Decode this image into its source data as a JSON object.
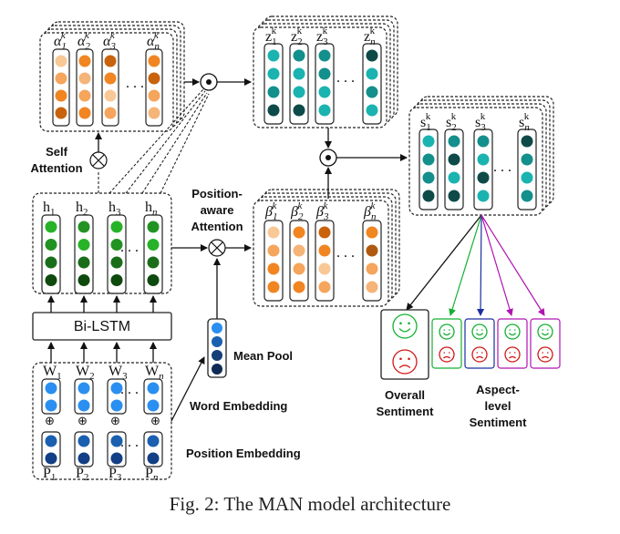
{
  "caption": "Fig. 2: The MAN model architecture",
  "labels": {
    "self_attention_1": "Self",
    "self_attention_2": "Attention",
    "pos_attention_1": "Position-",
    "pos_attention_2": "aware",
    "pos_attention_3": "Attention",
    "bilstm": "Bi-LSTM",
    "mean_pool": "Mean Pool",
    "word_embedding": "Word Embedding",
    "position_embedding": "Position Embedding",
    "overall_1": "Overall",
    "overall_2": "Sentiment",
    "aspect_1": "Aspect-",
    "aspect_2": "level",
    "aspect_3": "Sentiment",
    "ellipsis": ". . ."
  },
  "symbols": {
    "alpha": "α",
    "z": "z",
    "s": "s",
    "beta": "β",
    "h": "h",
    "w": "W",
    "p": "P",
    "sup_k": "k",
    "sub1": "1",
    "sub2": "2",
    "sub3": "3",
    "subn": "n",
    "plus": "⊕",
    "times": "⊗",
    "dot": "⊙"
  },
  "colors": {
    "alpha": [
      [
        "#f8c896",
        "#f5a55c",
        "#f08522",
        "#c8620c"
      ],
      [
        "#f08522",
        "#f5b478",
        "#f5a55c",
        "#f08522"
      ],
      [
        "#c8620c",
        "#f08522",
        "#f8c896",
        "#f5a55c"
      ],
      [
        "#f08522",
        "#c8620c",
        "#f5a55c",
        "#f5b478"
      ]
    ],
    "beta": [
      [
        "#f8c896",
        "#f5a55c",
        "#f08522",
        "#f08522"
      ],
      [
        "#f08522",
        "#f5b478",
        "#f5a55c",
        "#f08522"
      ],
      [
        "#c8620c",
        "#f08522",
        "#f8c896",
        "#f5a55c"
      ],
      [
        "#f08522",
        "#b05a10",
        "#f5a55c",
        "#f5b478"
      ]
    ],
    "z": [
      [
        "#1ab3b0",
        "#1ab3b0",
        "#138f8c",
        "#0d4a48"
      ],
      [
        "#138f8c",
        "#1ab3b0",
        "#1ab3b0",
        "#0d4a48"
      ],
      [
        "#138f8c",
        "#138f8c",
        "#1ab3b0",
        "#1ab3b0"
      ],
      [
        "#0d4a48",
        "#1ab3b0",
        "#138f8c",
        "#1ab3b0"
      ]
    ],
    "s": [
      [
        "#1ab3b0",
        "#138f8c",
        "#138f8c",
        "#0d4a48"
      ],
      [
        "#138f8c",
        "#0d4a48",
        "#1ab3b0",
        "#0d4a48"
      ],
      [
        "#138f8c",
        "#1ab3b0",
        "#0d4a48",
        "#1ab3b0"
      ],
      [
        "#0d4a48",
        "#138f8c",
        "#1ab3b0",
        "#138f8c"
      ]
    ],
    "h": [
      [
        "#27b227",
        "#229322",
        "#1a6e1a",
        "#0e4a0e"
      ],
      [
        "#229322",
        "#27b227",
        "#1a6e1a",
        "#0e4a0e"
      ],
      [
        "#27b227",
        "#229322",
        "#1a6e1a",
        "#0e4a0e"
      ],
      [
        "#229322",
        "#27b227",
        "#1a6e1a",
        "#0e4a0e"
      ]
    ],
    "w": [
      "#2a8ff0",
      "#2a8ff0"
    ],
    "p": [
      "#1a5fb0",
      "#123f85"
    ],
    "mean_pool": [
      "#2a8ff0",
      "#1a5fb0",
      "#163f78",
      "#0f2a55"
    ],
    "aspect_lines": [
      "#14b032",
      "#1a2ea0",
      "#b014b0",
      "#b014b0"
    ],
    "happy": "#14b032",
    "sad": "#d21818"
  }
}
